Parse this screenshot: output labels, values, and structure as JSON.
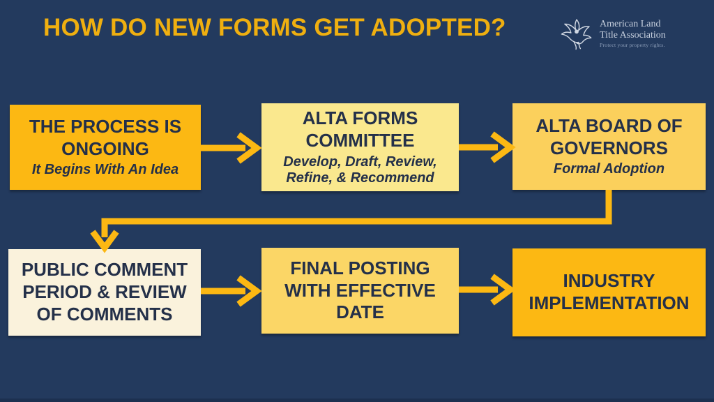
{
  "slide": {
    "title": "HOW DO NEW FORMS GET ADOPTED?"
  },
  "logo": {
    "org_line1": "American Land",
    "org_line2": "Title Association",
    "tagline": "Protect your property rights."
  },
  "colors": {
    "background": "#233A5E",
    "title": "#EFAF10",
    "arrow": "#FCB813",
    "box_text": "#243049"
  },
  "flow": {
    "boxes": [
      {
        "heading": "THE PROCESS IS ONGOING",
        "subheading": "It Begins With An Idea",
        "fill": "#FCB813"
      },
      {
        "heading": "ALTA FORMS COMMITTEE",
        "subheading": "Develop, Draft, Review, Refine, & Recommend",
        "fill": "#FAE88E"
      },
      {
        "heading": "ALTA BOARD OF GOVERNORS",
        "subheading": "Formal Adoption",
        "fill": "#FBD05C"
      },
      {
        "heading": "PUBLIC COMMENT PERIOD & REVIEW OF COMMENTS",
        "subheading": "",
        "fill": "#FAF2DC"
      },
      {
        "heading": "FINAL POSTING WITH EFFECTIVE DATE",
        "subheading": "",
        "fill": "#FBD666"
      },
      {
        "heading": "INDUSTRY IMPLEMENTATION",
        "subheading": "",
        "fill": "#FCB813"
      }
    ]
  }
}
